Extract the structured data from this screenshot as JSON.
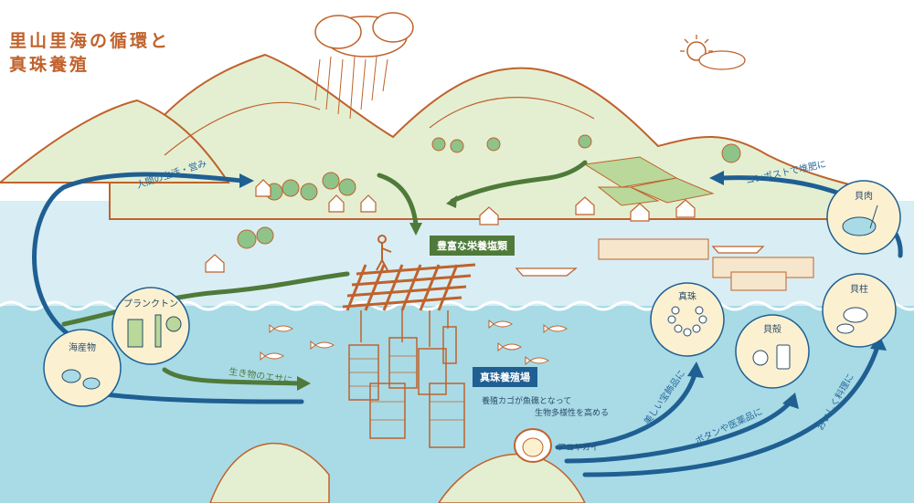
{
  "title": {
    "line1": "里山里海の循環と",
    "line2": "真珠養殖"
  },
  "tags": {
    "nutrients": "豊富な栄養塩類",
    "farm": "真珠養殖場"
  },
  "arrows": {
    "human": "人間の生活・営み",
    "compost": "コンポストで堆肥に",
    "food_for_life": "生き物のエサに",
    "jewelry": "美しい宝飾品に",
    "buttons_medicine": "ボタンや医薬品に",
    "tasty": "おいしく料理に"
  },
  "circles": {
    "seaweed": "海産物",
    "plankton": "プランクトン",
    "pearl": "真珠",
    "shell": "貝殻",
    "muscle": "貝柱",
    "meat": "貝肉"
  },
  "captions": {
    "cage_line1": "養殖カゴが魚礁となって",
    "cage_line2": "生物多様性を高める",
    "oyster": "アコヤガイ"
  },
  "colors": {
    "sea": "#a8dbe6",
    "shallow": "#d8eef4",
    "land": "#e4efd2",
    "outline": "#c0622c",
    "arrow_blue": "#1f5f92",
    "arrow_green": "#4f7a3a",
    "circle": "#fbf1d0"
  }
}
